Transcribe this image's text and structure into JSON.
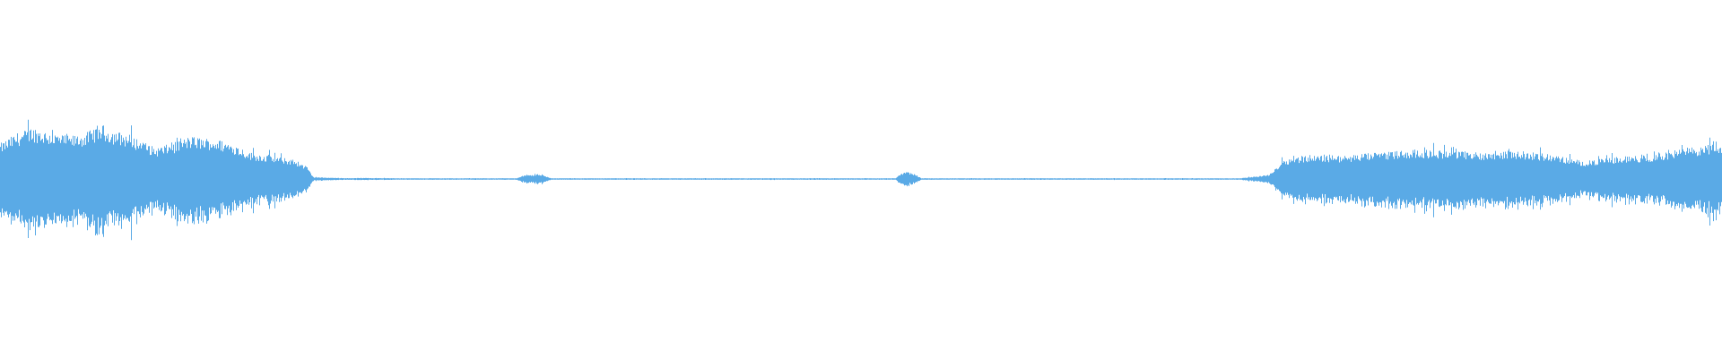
{
  "waveform": {
    "color": "#5aaae6",
    "background": "#ffffff",
    "amplitude_profile": [
      [
        0.0,
        0.4
      ],
      [
        0.01,
        0.52
      ],
      [
        0.02,
        0.58
      ],
      [
        0.03,
        0.52
      ],
      [
        0.04,
        0.48
      ],
      [
        0.05,
        0.52
      ],
      [
        0.058,
        0.62
      ],
      [
        0.065,
        0.55
      ],
      [
        0.075,
        0.5
      ],
      [
        0.09,
        0.35
      ],
      [
        0.1,
        0.4
      ],
      [
        0.11,
        0.48
      ],
      [
        0.125,
        0.45
      ],
      [
        0.135,
        0.4
      ],
      [
        0.145,
        0.3
      ],
      [
        0.16,
        0.25
      ],
      [
        0.17,
        0.22
      ],
      [
        0.178,
        0.14
      ],
      [
        0.182,
        0.02
      ],
      [
        0.2,
        0.01
      ],
      [
        0.215,
        0.012
      ],
      [
        0.23,
        0.008
      ],
      [
        0.3,
        0.008
      ],
      [
        0.305,
        0.05
      ],
      [
        0.315,
        0.045
      ],
      [
        0.32,
        0.008
      ],
      [
        0.52,
        0.008
      ],
      [
        0.523,
        0.06
      ],
      [
        0.527,
        0.08
      ],
      [
        0.532,
        0.05
      ],
      [
        0.535,
        0.008
      ],
      [
        0.72,
        0.008
      ],
      [
        0.73,
        0.03
      ],
      [
        0.738,
        0.05
      ],
      [
        0.745,
        0.22
      ],
      [
        0.76,
        0.27
      ],
      [
        0.78,
        0.26
      ],
      [
        0.8,
        0.3
      ],
      [
        0.82,
        0.33
      ],
      [
        0.84,
        0.32
      ],
      [
        0.86,
        0.3
      ],
      [
        0.88,
        0.32
      ],
      [
        0.9,
        0.28
      ],
      [
        0.92,
        0.2
      ],
      [
        0.94,
        0.25
      ],
      [
        0.96,
        0.27
      ],
      [
        0.98,
        0.35
      ],
      [
        1.0,
        0.4
      ]
    ]
  }
}
